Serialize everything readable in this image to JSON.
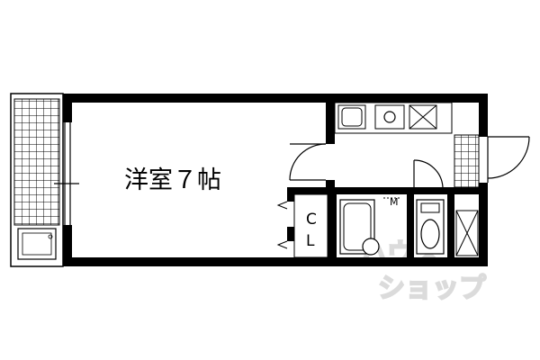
{
  "floor_plan": {
    "room_label": "洋室７帖",
    "closet_label_top": "C",
    "closet_label_bottom": "L",
    "meter_mark": "M"
  },
  "watermark": {
    "line1": "ハウス",
    "line2": "ショップ"
  },
  "colors": {
    "wall": "#000000",
    "line": "#000000",
    "background": "#ffffff",
    "watermark": "#d8d8d8"
  }
}
